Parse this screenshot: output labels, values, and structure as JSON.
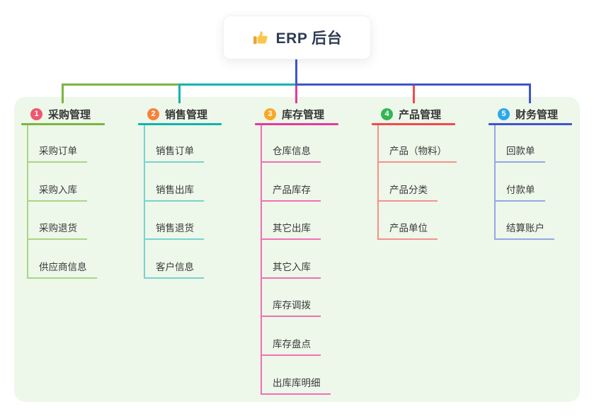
{
  "root": {
    "title": "ERP 后台",
    "icon": "thumbs-up-icon",
    "icon_colors": {
      "hand": "#fcc64a",
      "cuff": "#e8a33d"
    },
    "line_color": "#4155c8"
  },
  "panel": {
    "background": "#edf7ea"
  },
  "branches": [
    {
      "index": "1",
      "label": "采购管理",
      "badge_color": "#f0566f",
      "color": "#7cb53f",
      "light_color": "#a9d684",
      "children": [
        "采购订单",
        "采购入库",
        "采购退货",
        "供应商信息"
      ]
    },
    {
      "index": "2",
      "label": "销售管理",
      "badge_color": "#f5823b",
      "color": "#12b3ad",
      "light_color": "#7ad3cd",
      "children": [
        "销售订单",
        "销售出库",
        "销售退货",
        "客户信息"
      ]
    },
    {
      "index": "3",
      "label": "库存管理",
      "badge_color": "#f9a825",
      "color": "#e53a9d",
      "light_color": "#f070b5",
      "children": [
        "仓库信息",
        "产品库存",
        "其它出库",
        "其它入库",
        "库存调拨",
        "库存盘点",
        "出库库明细"
      ]
    },
    {
      "index": "4",
      "label": "产品管理",
      "badge_color": "#34b457",
      "color": "#f2494e",
      "light_color": "#f5928d",
      "children": [
        "产品（物料）",
        "产品分类",
        "产品单位"
      ]
    },
    {
      "index": "5",
      "label": "财务管理",
      "badge_color": "#29a9e9",
      "color": "#4155c8",
      "light_color": "#93a8e4",
      "children": [
        "回款单",
        "付款单",
        "结算账户"
      ]
    }
  ]
}
